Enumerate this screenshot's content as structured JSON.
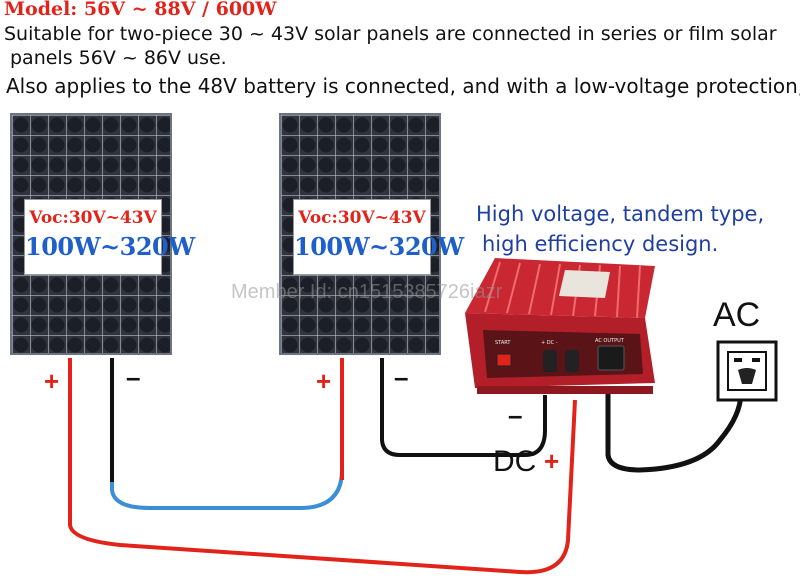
{
  "header": {
    "model": "Model: 56V ~ 88V / 600W",
    "line1": "Suitable for two-piece 30 ~ 43V solar panels are connected in series or film solar",
    "line2": "panels 56V ~ 86V use.",
    "line3": "Also applies to the 48V battery is connected, and with a low-voltage protection,"
  },
  "panels": [
    {
      "voc": "Voc:30V~43V",
      "watt": "100W~320W",
      "plus": "+",
      "minus": "–"
    },
    {
      "voc": "Voc:30V~43V",
      "watt": "100W~320W",
      "plus": "+",
      "minus": "–"
    }
  ],
  "feature": {
    "line1": "High voltage, tandem type,",
    "line2": "high efficiency design."
  },
  "inverter": {
    "start_label": "START",
    "dc_label": "+  DC  -",
    "ac_output_label": "AC OUTPUT"
  },
  "labels": {
    "ac": "AC",
    "dc": "DC",
    "dc_plus": "+",
    "dc_minus": "–"
  },
  "watermark": "Member Id: cn1515385726iazr",
  "colors": {
    "red_wire": "#e2231a",
    "black_wire": "#111111",
    "blue_wire": "#3a8fd6",
    "inverter_body": "#d8323c"
  }
}
